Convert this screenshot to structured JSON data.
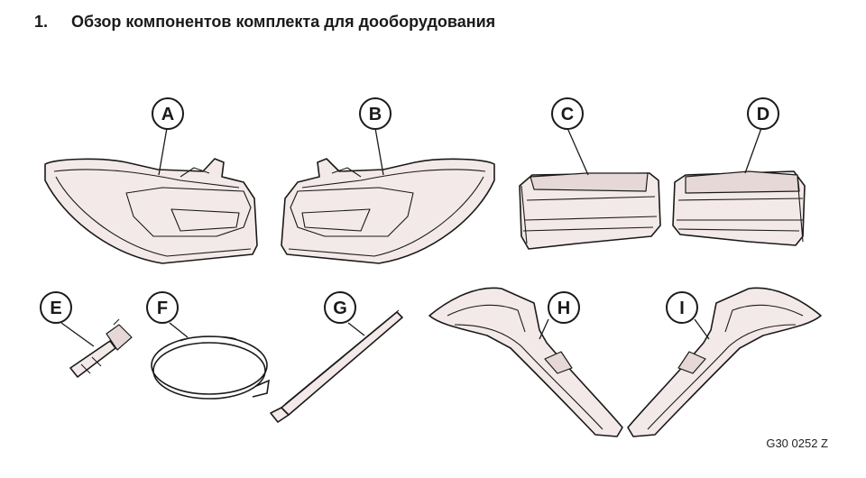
{
  "heading": {
    "number": "1.",
    "title": "Обзор компонентов комплекта для дооборудования"
  },
  "callouts": [
    "A",
    "B",
    "C",
    "D",
    "E",
    "F",
    "G",
    "H",
    "I"
  ],
  "reference_code": "G30 0252 Z"
}
